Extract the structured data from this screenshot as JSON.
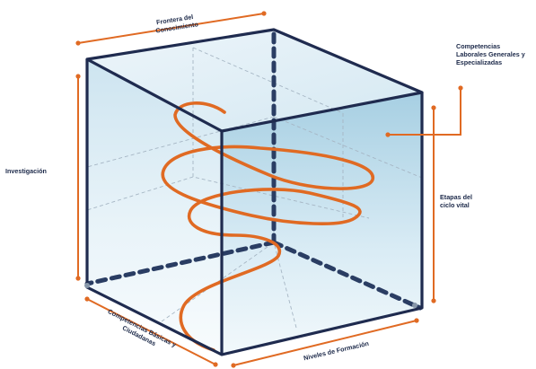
{
  "labels": {
    "frontera": [
      "Frontera del",
      "Conocimiento"
    ],
    "competencias_laborales": [
      "Competencias",
      "Laborales Generales y",
      "Especializadas"
    ],
    "investigacion": "Investigación",
    "etapas": [
      "Etapas del",
      "ciclo vital"
    ],
    "competencias_basicas": [
      "Competencias Básicas y",
      "Ciudadanas"
    ],
    "niveles": "Niveles de Formación"
  },
  "colors": {
    "cube_edge": "#1f2b4f",
    "cube_fill_light": "#f4f9fc",
    "cube_fill_dark": "#a9cfe3",
    "accent": "#e06a23",
    "dashed_inner": "#a6b6c4"
  }
}
